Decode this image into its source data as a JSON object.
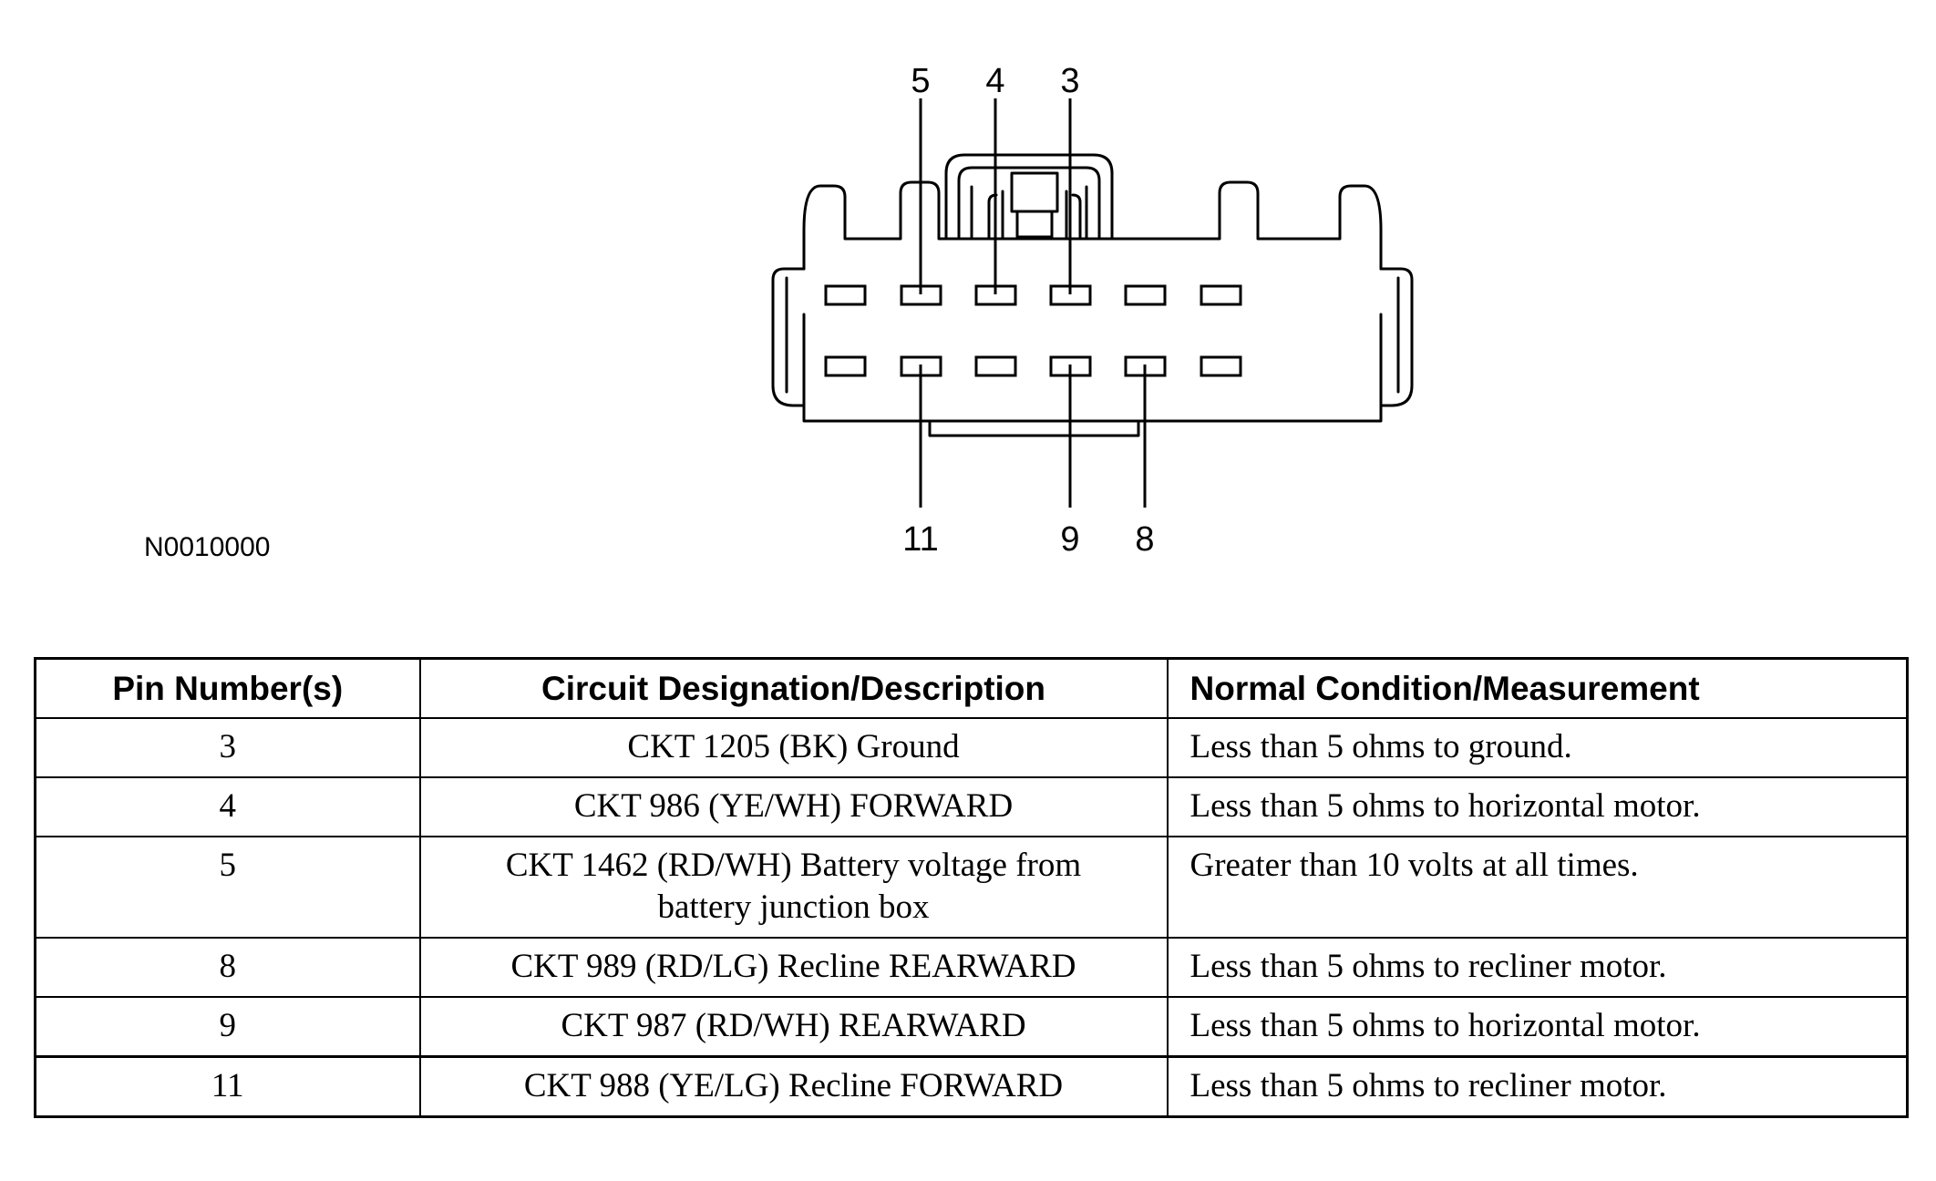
{
  "diagram": {
    "figure_id": "N0010000",
    "top_pin_labels": [
      "5",
      "4",
      "3"
    ],
    "bottom_pin_labels": [
      "11",
      "9",
      "8"
    ]
  },
  "table": {
    "headers": [
      "Pin Number(s)",
      "Circuit Designation/Description",
      "Normal Condition/Measurement"
    ],
    "rows": [
      {
        "pin": "3",
        "description": [
          "CKT 1205 (BK) Ground"
        ],
        "measurement": "Less than 5 ohms to ground."
      },
      {
        "pin": "4",
        "description": [
          "CKT 986 (YE/WH) FORWARD"
        ],
        "measurement": "Less than 5 ohms to horizontal motor."
      },
      {
        "pin": "5",
        "description": [
          "CKT 1462 (RD/WH) Battery voltage from",
          "battery junction box"
        ],
        "measurement": "Greater than 10 volts at all times."
      },
      {
        "pin": "8",
        "description": [
          "CKT 989 (RD/LG) Recline REARWARD"
        ],
        "measurement": "Less than 5 ohms to recliner motor."
      },
      {
        "pin": "9",
        "description": [
          "CKT 987 (RD/WH) REARWARD"
        ],
        "measurement": "Less than 5 ohms to horizontal motor."
      },
      {
        "pin": "11",
        "description": [
          "CKT 988 (YE/LG) Recline FORWARD"
        ],
        "measurement": "Less than 5 ohms to recliner motor."
      }
    ]
  }
}
